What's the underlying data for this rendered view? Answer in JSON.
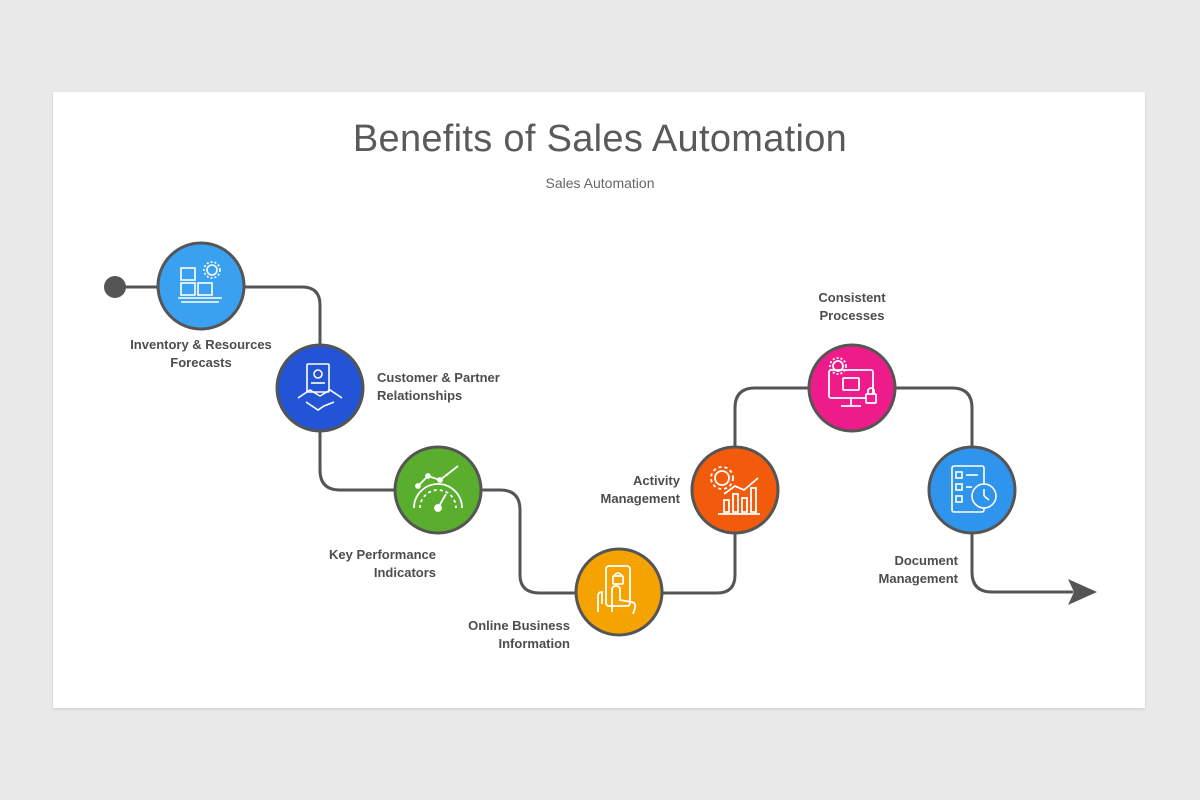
{
  "title": "Benefits of Sales Automation",
  "subtitle": "Sales Automation",
  "steps": [
    {
      "label_line1": "Inventory & Resources",
      "label_line2": "Forecasts",
      "color": "#3aa0f0",
      "icon": "warehouse-gear-icon"
    },
    {
      "label_line1": "Customer & Partner",
      "label_line2": "Relationships",
      "color": "#2454d6",
      "icon": "handshake-document-icon"
    },
    {
      "label_line1": "Key Performance",
      "label_line2": "Indicators",
      "color": "#5aae2d",
      "icon": "gauge-chart-icon"
    },
    {
      "label_line1": "Online Business",
      "label_line2": "Information",
      "color": "#f5a300",
      "icon": "phone-tap-icon"
    },
    {
      "label_line1": "Activity",
      "label_line2": "Management",
      "color": "#f25a0c",
      "icon": "gear-bar-chart-icon"
    },
    {
      "label_line1": "Consistent",
      "label_line2": "Processes",
      "color": "#ee1b8a",
      "icon": "monitor-gear-lock-icon"
    },
    {
      "label_line1": "Document",
      "label_line2": "Management",
      "color": "#2f94ec",
      "icon": "checklist-clock-icon"
    }
  ]
}
